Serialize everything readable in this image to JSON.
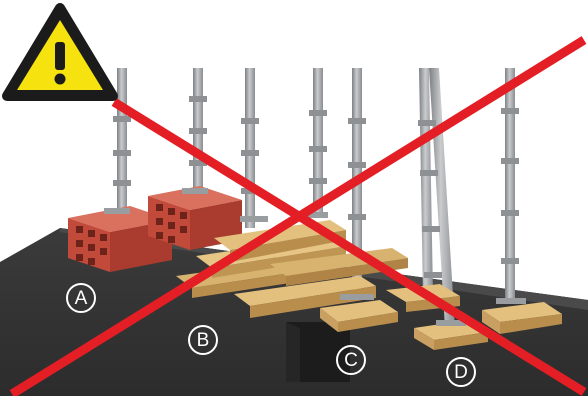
{
  "warning_icon": "warning-triangle-icon",
  "prohibition_mark": "red-x-cross",
  "colors": {
    "warning_yellow": "#f5e20f",
    "cross_red": "#e31e24",
    "brick": "#c8503f",
    "timber": "#e3c07e",
    "ground": "#343434",
    "steel": "#9ea0a2"
  },
  "markers": {
    "a": "A",
    "b": "B",
    "c": "C",
    "d": "D"
  }
}
